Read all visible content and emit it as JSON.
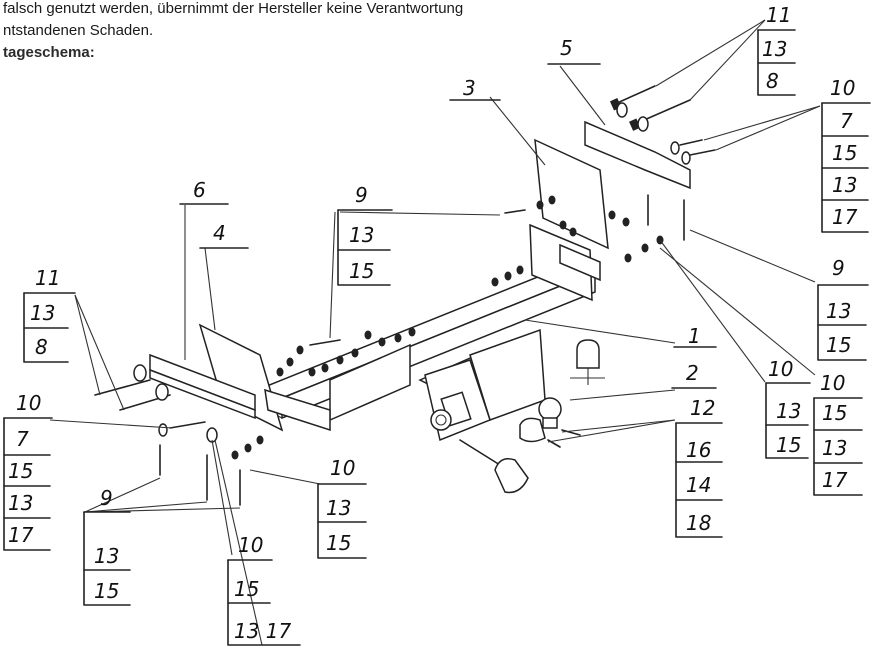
{
  "header": {
    "line1": "falsch genutzt werden, übernimmt  der Hersteller keine Verantwortung",
    "line2": "ntstandenen Schaden.",
    "line3": "tageschema:"
  },
  "callouts": [
    {
      "id": "c11-top",
      "lines": [
        "11",
        "13",
        "8"
      ]
    },
    {
      "id": "c5",
      "lines": [
        "5"
      ]
    },
    {
      "id": "c10-topright",
      "lines": [
        "10",
        "7",
        "15",
        "13",
        "17"
      ]
    },
    {
      "id": "c3",
      "lines": [
        "3"
      ]
    },
    {
      "id": "c9-center",
      "lines": [
        "9",
        "13",
        "15"
      ]
    },
    {
      "id": "c6",
      "lines": [
        "6"
      ]
    },
    {
      "id": "c4",
      "lines": [
        "4"
      ]
    },
    {
      "id": "c9-right",
      "lines": [
        "9",
        "13",
        "15"
      ]
    },
    {
      "id": "c11-left",
      "lines": [
        "11",
        "13",
        "8"
      ]
    },
    {
      "id": "c1",
      "lines": [
        "1"
      ]
    },
    {
      "id": "c2",
      "lines": [
        "2"
      ]
    },
    {
      "id": "c10-mid",
      "lines": [
        "10",
        "13",
        "15"
      ]
    },
    {
      "id": "c10-right2",
      "lines": [
        "10",
        "15",
        "13",
        "17"
      ]
    },
    {
      "id": "c12",
      "lines": [
        "12",
        "16",
        "14",
        "18"
      ]
    },
    {
      "id": "c10-left",
      "lines": [
        "10",
        "7",
        "15",
        "13",
        "17"
      ]
    },
    {
      "id": "c10-lower",
      "lines": [
        "10",
        "13",
        "15"
      ]
    },
    {
      "id": "c9-left",
      "lines": [
        "9",
        "13",
        "15"
      ]
    },
    {
      "id": "c10-bottom",
      "lines": [
        "10",
        "15",
        "13  17"
      ]
    }
  ]
}
